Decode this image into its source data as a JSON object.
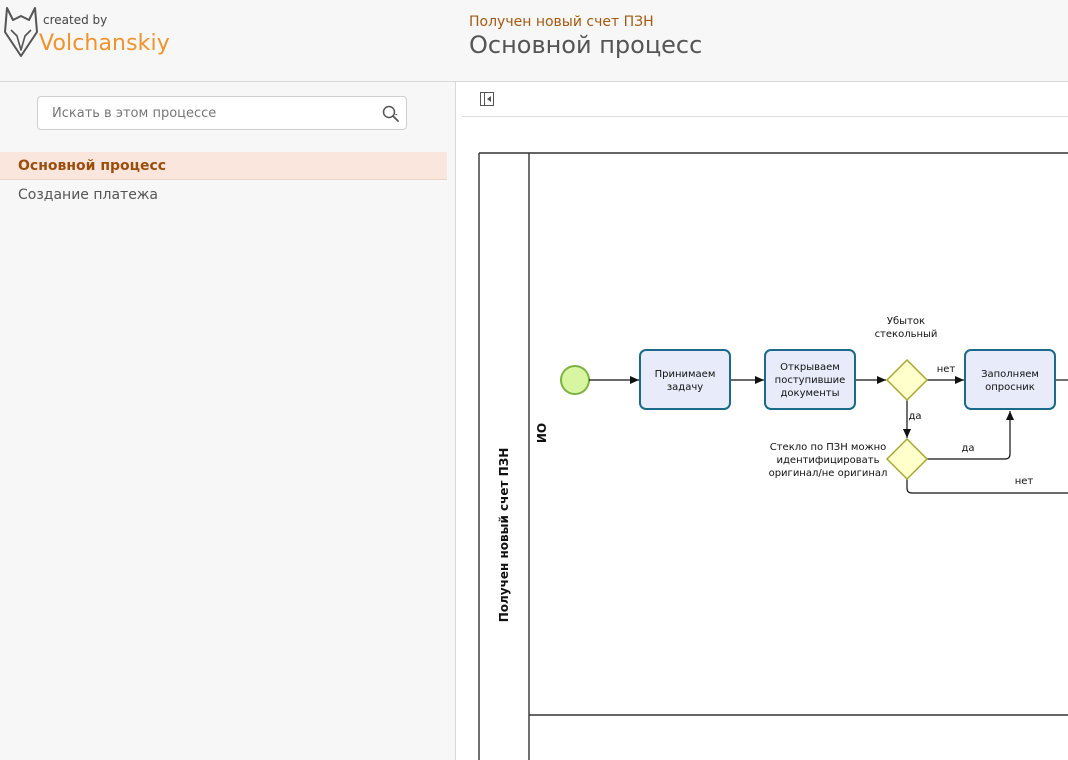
{
  "brand": {
    "created_by": "created by",
    "name": "Volchanskiy",
    "color": "#f0932b"
  },
  "header": {
    "subtitle": "Получен новый счет ПЗН",
    "title": "Основной процесс"
  },
  "search": {
    "placeholder": "Искать в этом процессе"
  },
  "sidebar": {
    "items": [
      {
        "label": "Основной процесс",
        "active": true
      },
      {
        "label": "Создание платежа",
        "active": false
      }
    ]
  },
  "diagram": {
    "pool_label": "Получен новый счет ПЗН",
    "lane_label": "ИО",
    "tasks": {
      "t1": [
        "Принимаем",
        "задачу"
      ],
      "t2": [
        "Открываем",
        "поступившие",
        "документы"
      ],
      "t3": [
        "Заполняем",
        "опросник"
      ]
    },
    "gateway1_label": [
      "Убыток",
      "стекольный"
    ],
    "gateway2_label": [
      "Стекло по ПЗН можно",
      "идентифицировать",
      "оригинал/не оригинал"
    ],
    "flow_labels": {
      "g1_no": "нет",
      "g1_yes": "да",
      "g2_yes": "да",
      "g2_no": "нет"
    },
    "colors": {
      "task_fill": "#e8ecfa",
      "task_stroke": "#1b6a8a",
      "gateway_fill": "#ffffcc",
      "gateway_stroke": "#a8a830",
      "start_fill": "#d8f5a2",
      "start_stroke": "#7cb342"
    }
  }
}
